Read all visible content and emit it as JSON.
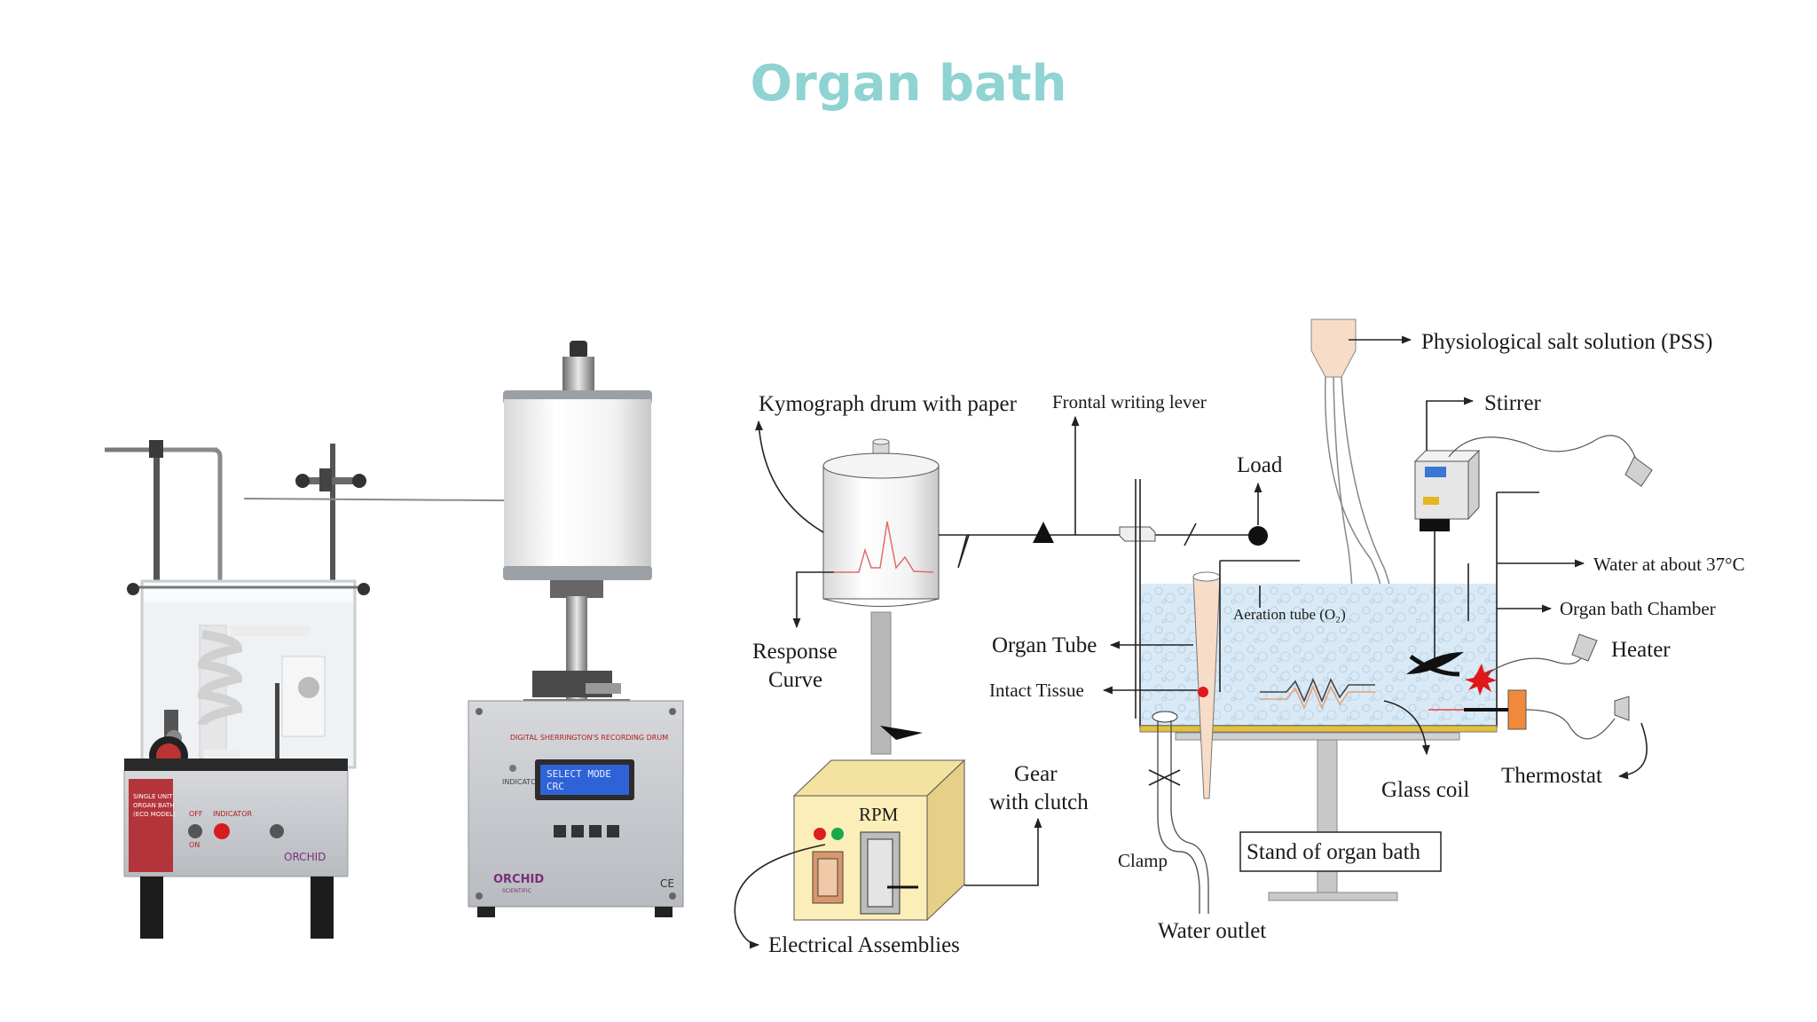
{
  "title": "Organ bath",
  "colors": {
    "title": "#8fd3d3",
    "water": "#d6e8f5",
    "funnel": "#f7dcc8",
    "box": "#fbeeb8",
    "thermostat": "#f08a3a"
  },
  "photo": {
    "organ_bath_panel": [
      "SINGLE UNIT",
      "ORGAN BATH",
      "(ECO MODEL)"
    ],
    "organ_bath_brand": "ORCHID",
    "switch_labels": [
      "OFF",
      "ON",
      "INDICATOR"
    ],
    "drum_panel_title": "DIGITAL SHERRINGTON'S RECORDING DRUM",
    "drum_lcd": [
      "SELECT MODE",
      "CRC"
    ],
    "drum_indicator": "INDICATOR",
    "drum_brand": "ORCHID",
    "drum_brand_sub": "SCIENTIFIC",
    "ce_mark": "CE"
  },
  "diagram": {
    "labels": {
      "kymograph": "Kymograph drum with paper",
      "frontal_lever": "Frontal writing lever",
      "load": "Load",
      "pss": "Physiological salt solution (PSS)",
      "stirrer": "Stirrer",
      "water_temp": "Water at about 37°C",
      "chamber": "Organ bath Chamber",
      "heater": "Heater",
      "aeration": "Aeration tube (O₂)",
      "organ_tube": "Organ Tube",
      "intact_tissue": "Intact Tissue",
      "response_1": "Response",
      "response_2": "Curve",
      "gear_1": "Gear",
      "gear_2": "with clutch",
      "rpm": "RPM",
      "glass_coil": "Glass coil",
      "thermostat": "Thermostat",
      "clamp": "Clamp",
      "stand": "Stand of organ bath",
      "water_outlet": "Water outlet",
      "electrical": "Electrical Assemblies"
    }
  }
}
